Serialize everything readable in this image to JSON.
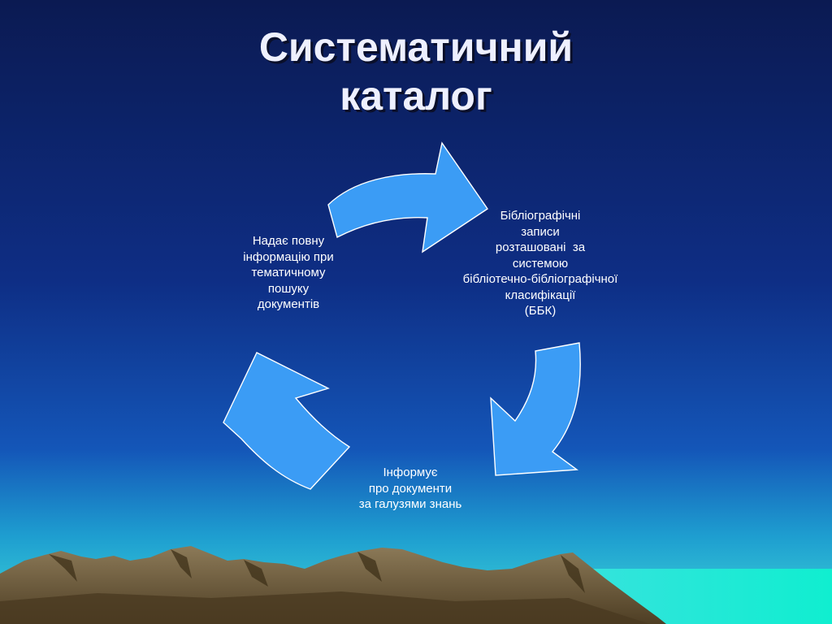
{
  "title_lines": [
    "Систематичний",
    "каталог"
  ],
  "cycle": {
    "right_lines": [
      "Бібліографічні",
      "записи",
      "розташовані  за",
      "системою",
      "бібліотечно-бібліографічної",
      "класифікації",
      "(ББК)"
    ],
    "bottom_lines": [
      "Інформує",
      "про документи",
      "за галузями знань"
    ],
    "left_lines": [
      "Надає повну",
      "інформацію при",
      "тематичному",
      "пошуку",
      "документів"
    ]
  },
  "colors": {
    "sky_top": "#0b1a52",
    "sky_mid": "#0f3a9a",
    "sky_bottom": "#27c7cf",
    "arrow_fill": "#3b9cf5",
    "arrow_outline": "#ffffff",
    "mountains": "#5a4a2e",
    "sea": "#16e6d2"
  }
}
